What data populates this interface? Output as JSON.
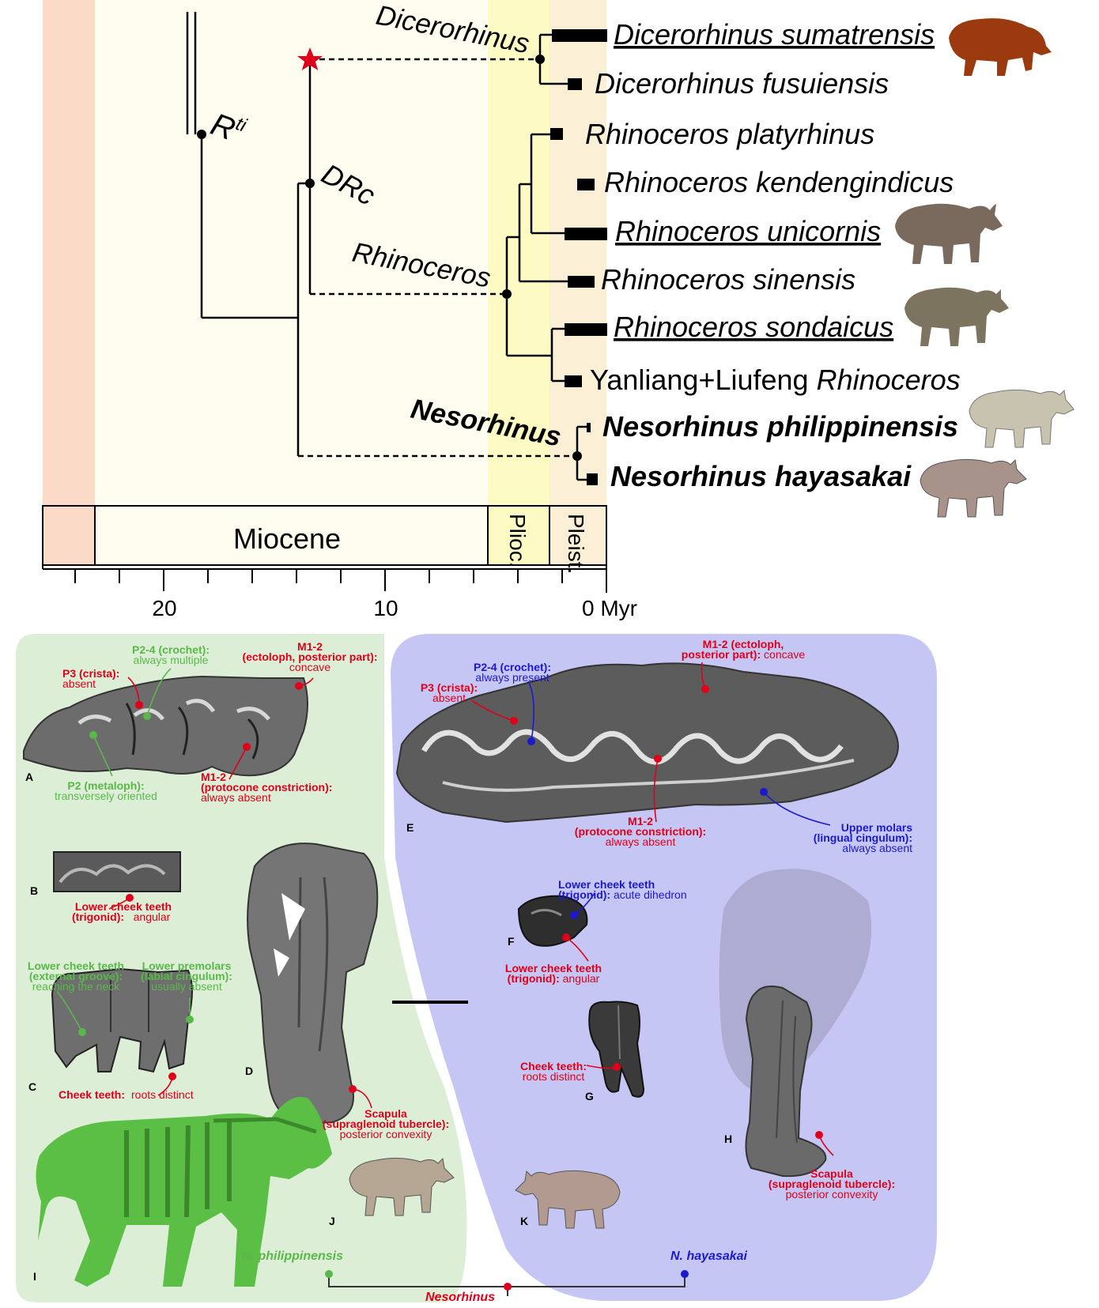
{
  "tree": {
    "nodes": {
      "rti": "R",
      "rti_sup": "ti",
      "drc": "DRc",
      "dicerorhinus": "Dicerorhinus",
      "rhinoceros": "Rhinoceros",
      "nesorhinus": "Nesorhinus"
    },
    "taxa": [
      "Dicerorhinus sumatrensis",
      "Dicerorhinus fusuiensis",
      "Rhinoceros platyrhinus",
      "Rhinoceros kendengindicus",
      "Rhinoceros unicornis",
      "Rhinoceros sinensis",
      "Rhinoceros sondaicus",
      "Yanliang+Liufeng",
      "Rhinoceros",
      "Nesorhinus philippinensis",
      "Nesorhinus hayasakai"
    ]
  },
  "timescale": {
    "epochs": [
      "Miocene",
      "Plioc.",
      "Pleist."
    ],
    "ticks": [
      "20",
      "10",
      "0 Myr"
    ]
  },
  "panels": {
    "letters": [
      "A",
      "B",
      "C",
      "D",
      "E",
      "F",
      "G",
      "H",
      "I",
      "J",
      "K"
    ],
    "left": {
      "p3_title": "P3 (crista):",
      "p3_val": "absent",
      "p24_title": "P2-4 (crochet):",
      "p24_val": "always multiple",
      "m12e_title1": "M1-2",
      "m12e_title2": "(ectoloph, posterior part):",
      "m12e_val": "concave",
      "p2_title": "P2 (metaloph):",
      "p2_val": "transversely oriented",
      "m12p_title1": "M1-2",
      "m12p_title2": "(protocone constriction):",
      "m12p_val": "always absent",
      "lct_title1": "Lower cheek teeth",
      "lct_title2": "(trigonid):",
      "lct_val": "angular",
      "lcte_title1": "Lower cheek teeth",
      "lcte_title2": "(external groove):",
      "lcte_val": "reaching the neck",
      "lp_title1": "Lower premolars",
      "lp_title2": "(labial cingulum):",
      "lp_val": "usually absent",
      "ct_title": "Cheek teeth:",
      "ct_val": "roots distinct",
      "sc_title1": "Scapula",
      "sc_title2": "(supraglenoid tubercle):",
      "sc_val": "posterior convexity"
    },
    "right": {
      "m12e_title1": "M1-2 (ectoloph,",
      "m12e_title2": "posterior part):",
      "m12e_val": "concave",
      "p24_title": "P2-4 (crochet):",
      "p24_val": "always present",
      "p3_title": "P3 (crista):",
      "p3_val": "absent",
      "m12p_title1": "M1-2",
      "m12p_title2": "(protocone constriction):",
      "m12p_val": "always absent",
      "um_title1": "Upper molars",
      "um_title2": "(lingual cingulum):",
      "um_val": "always absent",
      "lcta_title1": "Lower cheek teeth",
      "lcta_title2": "(trigonid):",
      "lcta_val": "acute dihedron",
      "lct_title1": "Lower cheek teeth",
      "lct_title2": "(trigonid):",
      "lct_val": "angular",
      "ct_title": "Cheek teeth:",
      "ct_val": "roots distinct",
      "sc_title1": "Scapula",
      "sc_title2": "(supraglenoid tubercle):",
      "sc_val": "posterior convexity"
    },
    "bottom": {
      "left_species": "N. philippinensis",
      "right_species": "N. hayasakai",
      "genus": "Nesorhinus"
    }
  },
  "colors": {
    "red": "#e0001a",
    "green": "#5ab84a",
    "blue": "#1a1acc",
    "panel_green": "#dcefd6",
    "panel_blue": "#c6c6f4",
    "oligocene": "#fbdac8",
    "miocene": "#fffdf0",
    "pliocene": "#fdfbc3",
    "pleistocene": "#fbf0d6"
  },
  "icons": [
    "rhino-silhouette",
    "star-icon",
    "fossil-tooth",
    "fossil-scapula",
    "skeleton"
  ]
}
